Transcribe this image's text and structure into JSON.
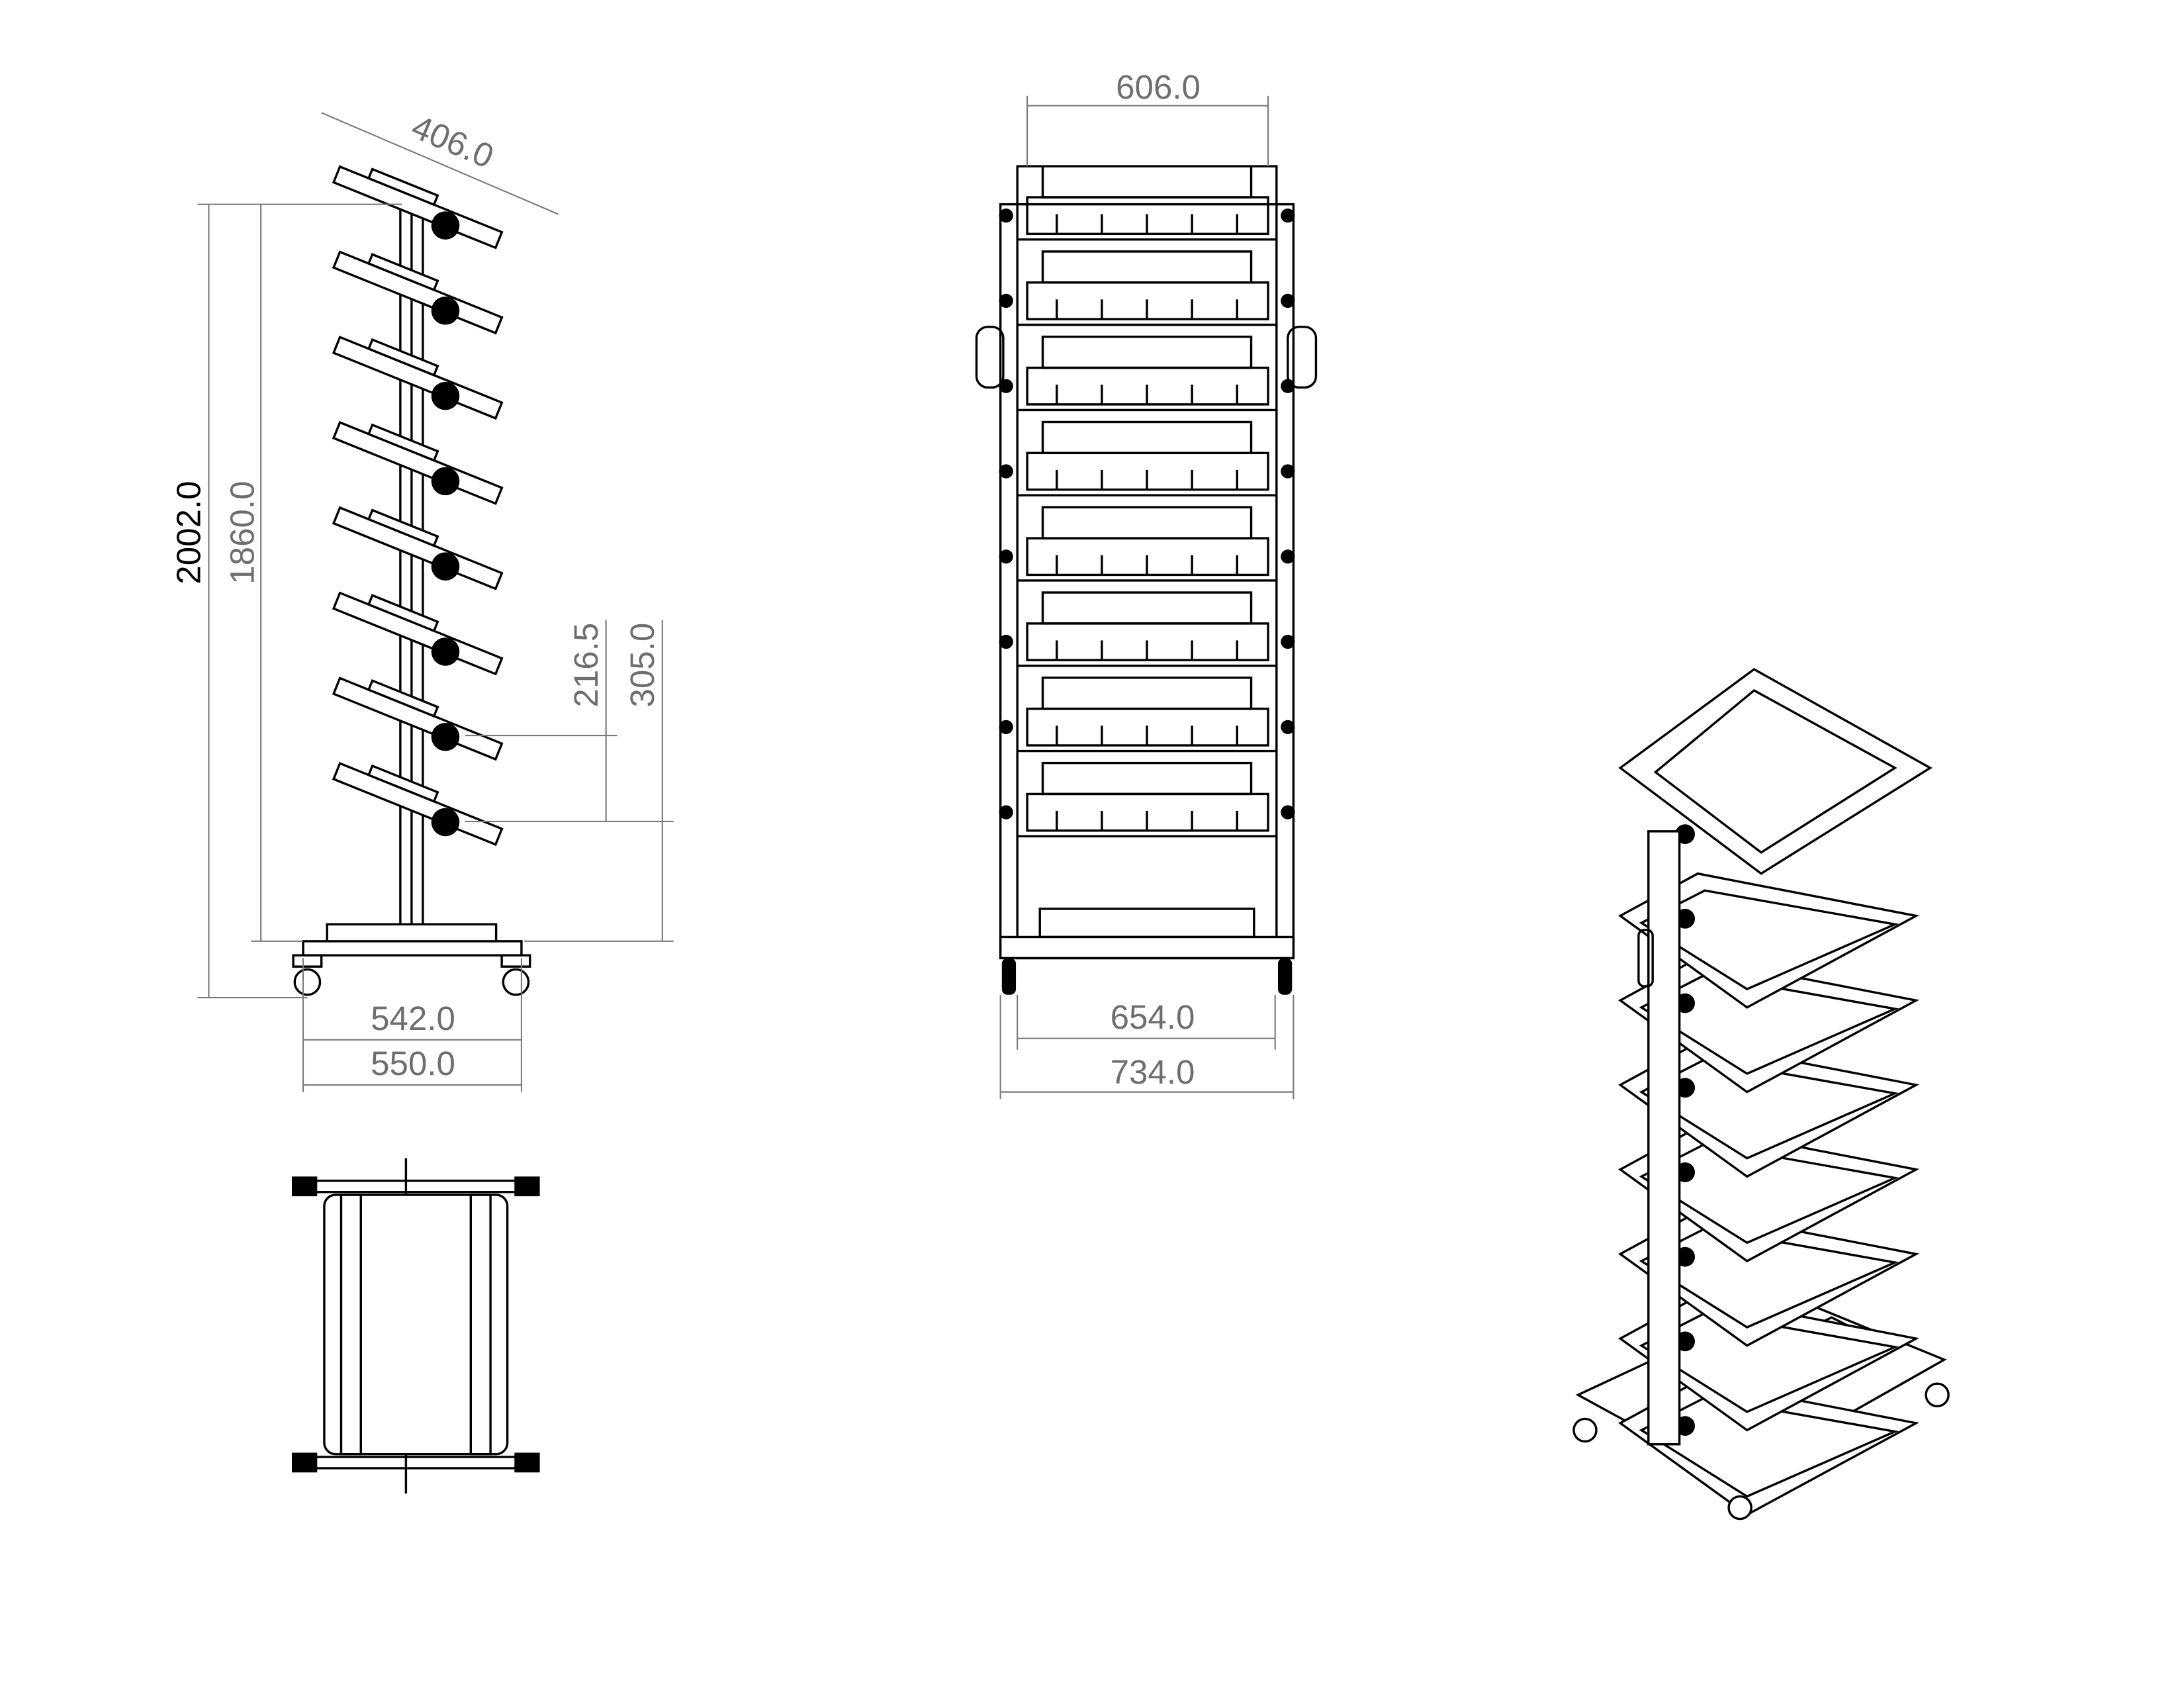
{
  "drawing": {
    "side_view": {
      "overall_height": "2002.0",
      "post_height": "1860.0",
      "tray_pitch": "216.5",
      "lowest_tray_height": "305.0",
      "tray_depth": "406.0",
      "base_depth_inner": "542.0",
      "base_depth_outer": "550.0",
      "tray_count": 8
    },
    "front_view": {
      "tray_width": "606.0",
      "frame_width_inner": "654.0",
      "frame_width_outer": "734.0",
      "tray_count": 8
    },
    "colors": {
      "line": "#000000",
      "dimension": "#7a7a7a"
    }
  }
}
